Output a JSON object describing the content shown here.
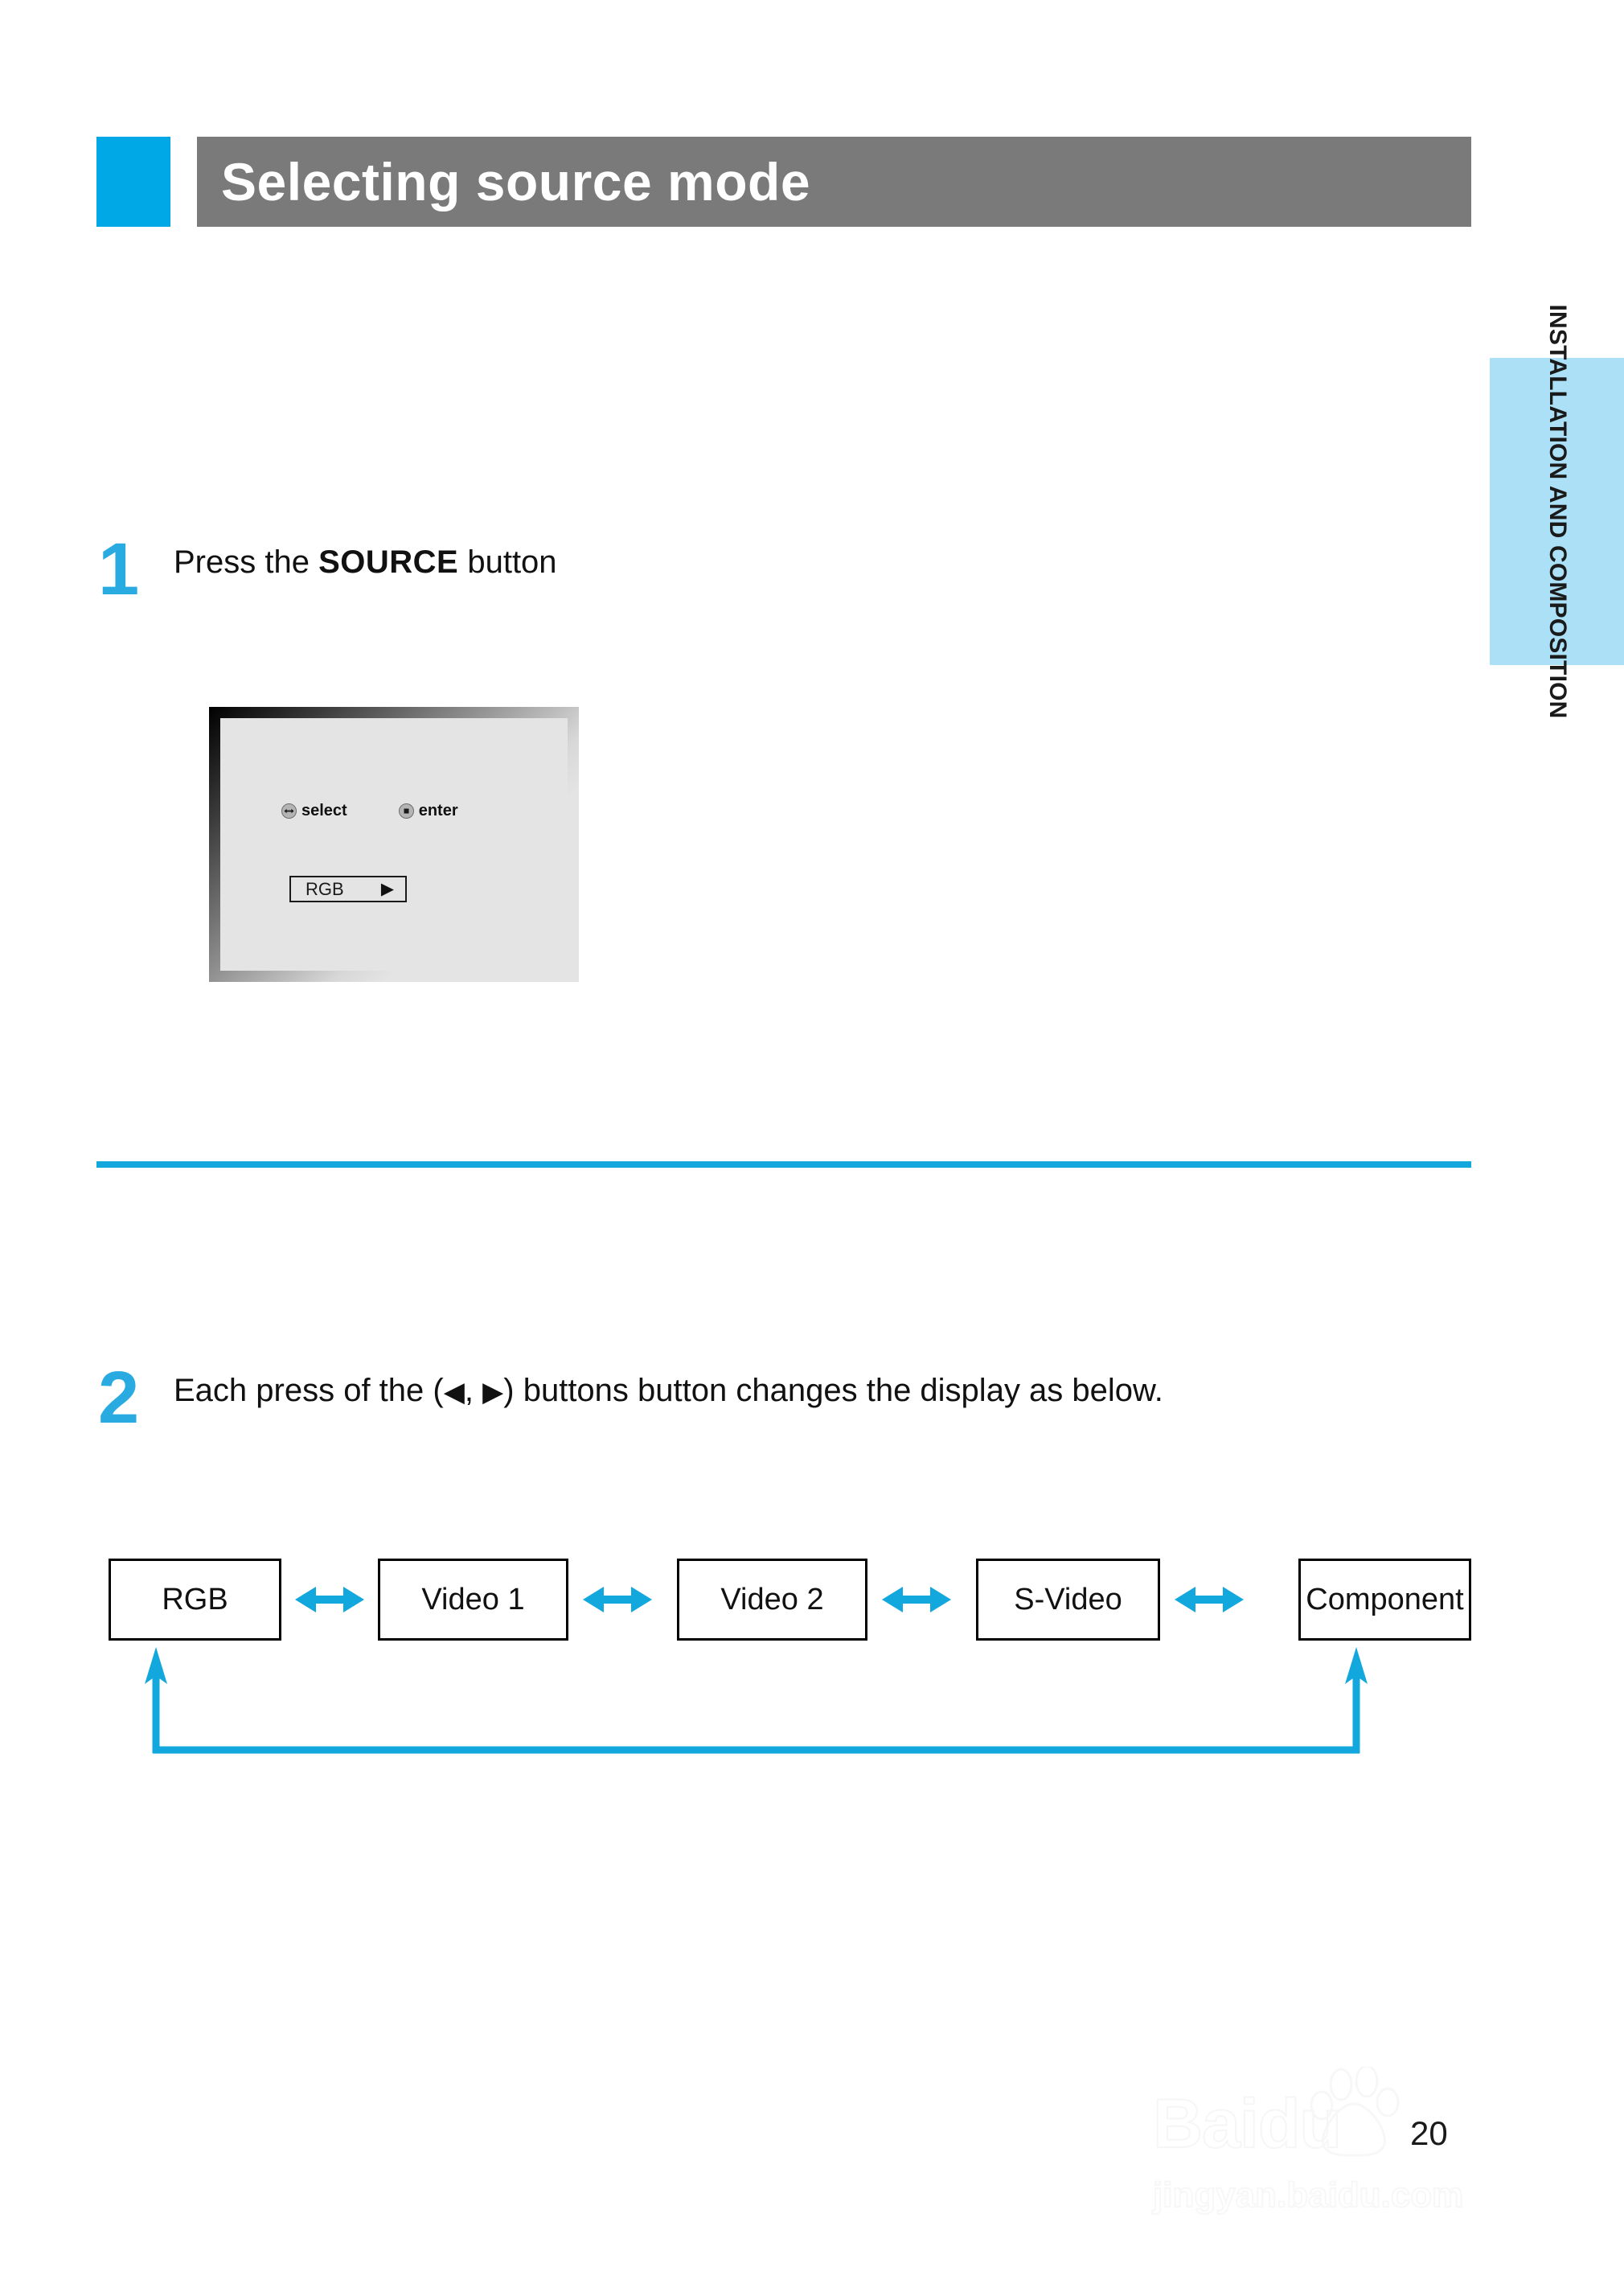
{
  "header": {
    "title": "Selecting source mode",
    "accent_color": "#00a9e6",
    "bar_color": "#7a7a7a"
  },
  "side_tab": {
    "label": "INSTALLATION AND COMPOSITION",
    "background_color": "#abe0f7"
  },
  "steps": [
    {
      "number": "1",
      "text_before": "Press the ",
      "emphasis": "SOURCE",
      "text_after": " button"
    },
    {
      "number": "2",
      "text_before": "Each press of the (",
      "left_arrow": "◀",
      "separator": ", ",
      "right_arrow": "▶",
      "text_after": ") buttons button changes the display as below."
    }
  ],
  "osd": {
    "hints": [
      {
        "icon": "left-right-arrow-icon",
        "label": "select"
      },
      {
        "icon": "filled-square-icon",
        "label": "enter"
      }
    ],
    "value": "RGB",
    "value_arrow": "▶",
    "screen_color": "#e4e4e4"
  },
  "divider": {
    "color": "#12a8dd"
  },
  "flow": {
    "arrow_color": "#12a8dd",
    "boxes": [
      {
        "label": "RGB"
      },
      {
        "label": "Video 1"
      },
      {
        "label": "Video 2"
      },
      {
        "label": "S-Video"
      },
      {
        "label": "Component"
      }
    ],
    "loop_note": "Component wraps back to RGB"
  },
  "watermark": {
    "brand": "Baidu",
    "site": "jingyan.baidu.com"
  },
  "footer": {
    "page_number": "20"
  },
  "chart_data": {
    "type": "diagram",
    "title": "Source mode cycle",
    "nodes": [
      "RGB",
      "Video 1",
      "Video 2",
      "S-Video",
      "Component"
    ],
    "edges": [
      {
        "from": "RGB",
        "to": "Video 1",
        "bidirectional": true
      },
      {
        "from": "Video 1",
        "to": "Video 2",
        "bidirectional": true
      },
      {
        "from": "Video 2",
        "to": "S-Video",
        "bidirectional": true
      },
      {
        "from": "S-Video",
        "to": "Component",
        "bidirectional": true
      },
      {
        "from": "Component",
        "to": "RGB",
        "bidirectional": true,
        "style": "loop-below"
      }
    ]
  }
}
